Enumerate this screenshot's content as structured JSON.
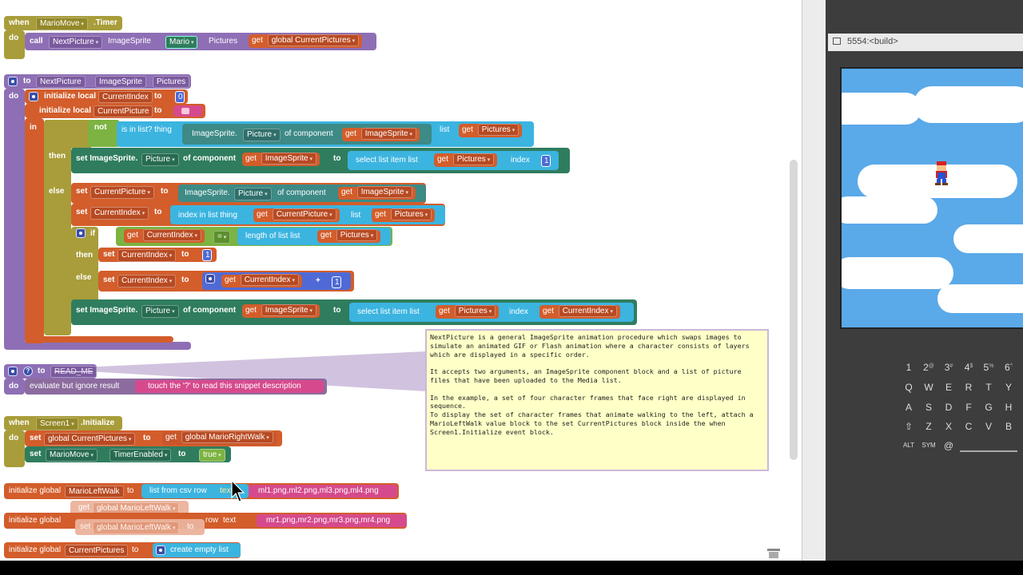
{
  "timer_block": {
    "when": "when",
    "component": "MarioMove",
    "event": ".Timer",
    "do": "do",
    "call": "call",
    "proc": "NextPicture",
    "arg1": "ImageSprite",
    "arg1_val": "Mario",
    "arg2": "Pictures",
    "get": "get",
    "get_val": "global CurrentPictures"
  },
  "proc_block": {
    "to": "to",
    "name": "NextPicture",
    "param1": "ImageSprite",
    "param2": "Pictures",
    "do": "do",
    "init_local": "initialize local",
    "local1": "CurrentIndex",
    "local1_val": "0",
    "local2": "CurrentPicture",
    "in": "in",
    "if": "if",
    "not": "not",
    "is_in_list": "is in list? thing",
    "imagesprite_dot": "ImageSprite.",
    "picture": "Picture",
    "of_component": "of component",
    "get": "get",
    "get_imagesprite": "ImageSprite",
    "list": "list",
    "get_pictures": "Pictures",
    "then": "then",
    "set_imagesprite": "set ImageSprite.",
    "select_list_item": "select list item  list",
    "index": "index",
    "idx1": "1",
    "else": "else",
    "set": "set",
    "current_picture": "CurrentPicture",
    "current_index": "CurrentIndex",
    "index_in_list": "index in list  thing",
    "length_of_list": "length of list  list",
    "eq": "=",
    "plus": "+",
    "one": "1"
  },
  "readme_block": {
    "to": "to",
    "name": "READ_ME",
    "do": "do",
    "evaluate": "evaluate but ignore result",
    "text": "touch the '?' to read this snippet description"
  },
  "init_block": {
    "when": "when",
    "component": "Screen1",
    "event": ".Initialize",
    "do": "do",
    "set": "set",
    "global_current": "global CurrentPictures",
    "to": "to",
    "get": "get",
    "global_right": "global MarioRightWalk",
    "mariomove": "MarioMove",
    "timer_enabled": "TimerEnabled",
    "true": "true"
  },
  "globals": {
    "init_global": "initialize global",
    "left_walk": "MarioLeftWalk",
    "to": "to",
    "list_from_csv": "list from csv row",
    "text": "text",
    "left_csv": "ml1.png,ml2.png,ml3.png,ml4.png",
    "drag_get": "get",
    "drag_get_val": "global MarioLeftWalk",
    "drag_set": "set",
    "drag_set_val": "global MarioLeftWalk",
    "drag_to": "to",
    "row": "row",
    "right_csv": "mr1.png,mr2.png,mr3.png,mr4.png",
    "current_pictures": "CurrentPictures",
    "create_empty": "create empty list"
  },
  "comment": "NextPicture is a general ImageSprite animation procedure which swaps images to simulate an animated GIF or Flash animation where a character consists of layers which are displayed in a specific order.\n\nIt accepts two arguments, an ImageSprite component block and a list of picture files that have been uploaded to the Media list.\n\nIn the example, a set of four character frames that face right are displayed in sequence.\nTo display the set of character frames that animate walking to the left, attach a MarioLeftWalk value block to the set CurrentPictures block inside the when Screen1.Initialize event block.",
  "emulator": {
    "title": "5554:<build>"
  },
  "keyboard": {
    "row1": [
      [
        "1",
        ""
      ],
      [
        "2",
        "@"
      ],
      [
        "3",
        "#"
      ],
      [
        "4",
        "$"
      ],
      [
        "5",
        "%"
      ],
      [
        "6",
        "^"
      ]
    ],
    "row2": [
      "Q",
      "W",
      "E",
      "R",
      "T",
      "Y"
    ],
    "row3": [
      "A",
      "S",
      "D",
      "F",
      "G",
      "H"
    ],
    "row4": [
      "⇧",
      "Z",
      "X",
      "C",
      "V",
      "B"
    ],
    "row5": [
      "ALT",
      "SYM",
      "@",
      "",
      ""
    ]
  }
}
